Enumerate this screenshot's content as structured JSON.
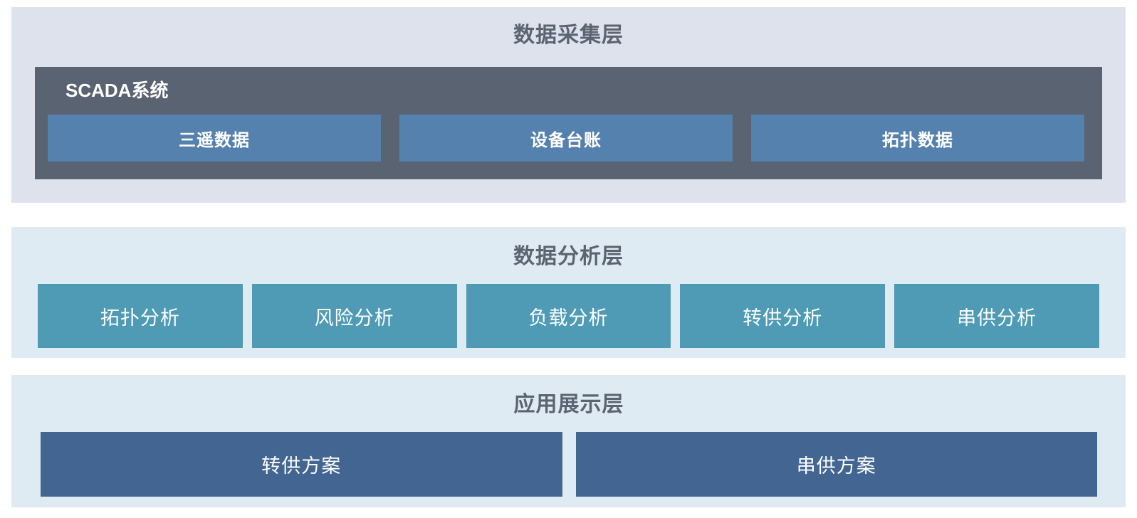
{
  "diagram": {
    "layers": {
      "collection": {
        "title": "数据采集层",
        "scada": {
          "label": "SCADA系统",
          "boxes": [
            {
              "label": "三遥数据"
            },
            {
              "label": "设备台账"
            },
            {
              "label": "拓扑数据"
            }
          ]
        }
      },
      "analysis": {
        "title": "数据分析层",
        "boxes": [
          {
            "label": "拓扑分析"
          },
          {
            "label": "风险分析"
          },
          {
            "label": "负载分析"
          },
          {
            "label": "转供分析"
          },
          {
            "label": "串供分析"
          }
        ]
      },
      "application": {
        "title": "应用展示层",
        "boxes": [
          {
            "label": "转供方案"
          },
          {
            "label": "串供方案"
          }
        ]
      }
    },
    "colors": {
      "layer1_bg": "#dee2ec",
      "scada_bg": "#5a6372",
      "data_box_bg": "#5581ae",
      "layer2_bg": "#dfebf2",
      "layer3_bg": "#dfebf2",
      "analysis_box_bg": "#4f9ab5",
      "plan_box_bg": "#426691",
      "title_text": "#5b6472",
      "box_text": "#ffffff"
    }
  }
}
